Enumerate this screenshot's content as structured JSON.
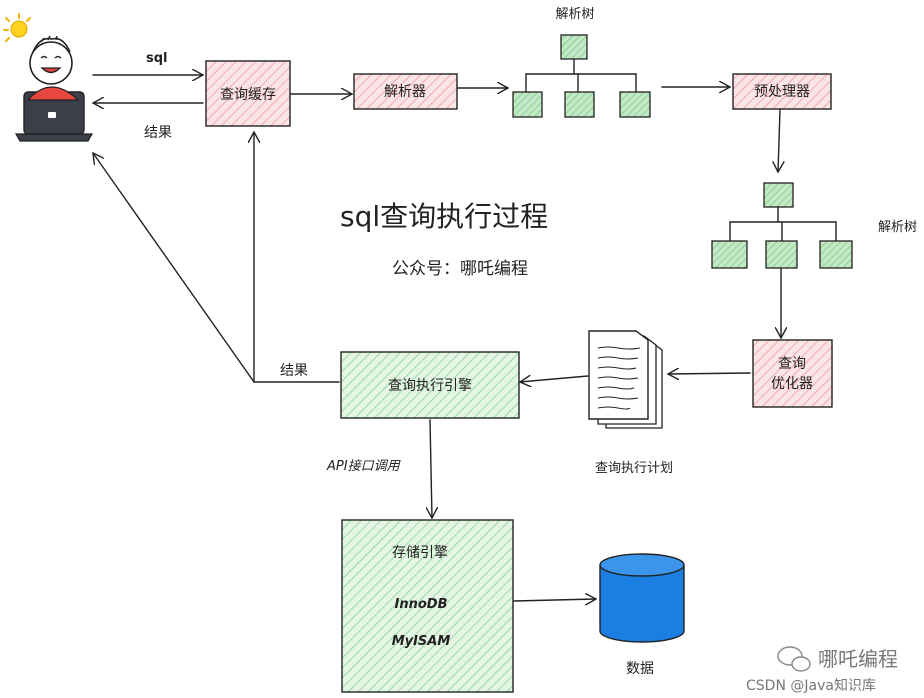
{
  "title": "sql查询执行过程",
  "subtitle": "公众号：哪吒编程",
  "edges": {
    "sql": "sql",
    "result_client": "结果",
    "result_engine": "结果",
    "api": "API接口调用"
  },
  "nodes": {
    "query_cache": "查询缓存",
    "parser": "解析器",
    "parse_tree_1": "解析树",
    "preprocessor": "预处理器",
    "parse_tree_2": "解析树",
    "optimizer_line1": "查询",
    "optimizer_line2": "优化器",
    "execution_plan": "查询执行计划",
    "execution_engine": "查询执行引擎",
    "storage_engine": "存储引擎",
    "innodb": "InnoDB",
    "myisam": "MyISAM",
    "data": "数据"
  },
  "watermark": {
    "brand": "哪吒编程",
    "credit": "CSDN @Java知识库"
  },
  "colors": {
    "pink": "#f7cdd0",
    "green": "#cfeccf",
    "db_blue": "#1a7fe0",
    "laptop_red": "#e8473f"
  }
}
